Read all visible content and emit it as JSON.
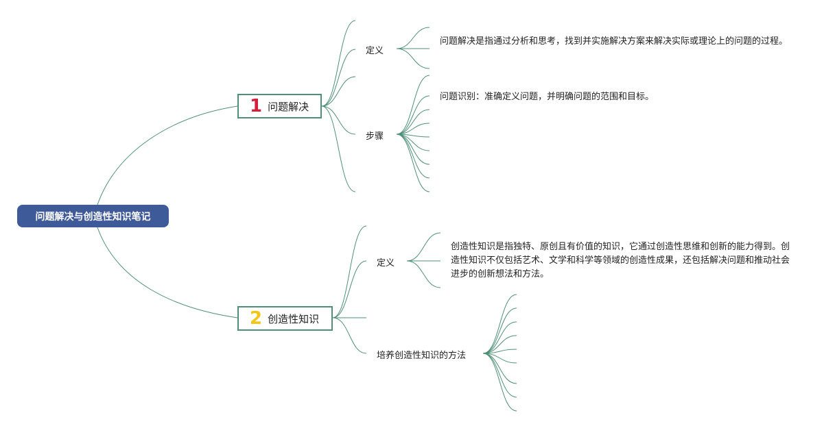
{
  "mindmap": {
    "root": {
      "label": "问题解决与创造性知识笔记"
    },
    "branches": [
      {
        "number": "1",
        "label": "问题解决",
        "topics": [
          {
            "label": "定义",
            "text": "问题解决是指通过分析和思考，找到并实施解决方案来解决实际或理论上的问题的过程。"
          },
          {
            "label": "步骤",
            "items": [
              "问题识别：准确定义问题，并明确问题的范围和目标。"
            ]
          }
        ]
      },
      {
        "number": "2",
        "label": "创造性知识",
        "topics": [
          {
            "label": "定义",
            "text": "创造性知识是指独特、原创且有价值的知识，它通过创造性思维和创新的能力得到。创造性知识不仅包括艺术、文学和科学等领域的创造性成果，还包括解决问题和推动社会进步的创新想法和方法。"
          },
          {
            "label": "培养创造性知识的方法"
          }
        ]
      }
    ]
  },
  "colors": {
    "root_bg": "#3f5a99",
    "line": "#4f8f78",
    "number_1": "#d21f3c",
    "number_2": "#f2c519"
  }
}
